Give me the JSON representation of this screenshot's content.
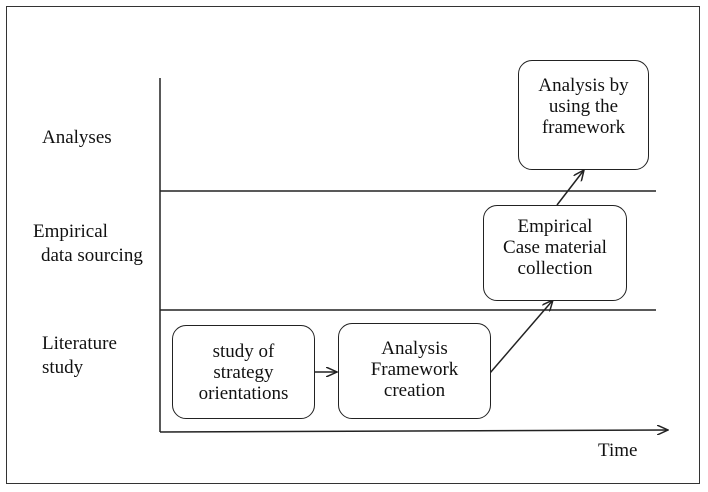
{
  "lanes": {
    "analyses": "Analyses",
    "empirical_line1": "Empirical",
    "empirical_line2": "data sourcing",
    "literature_line1": "Literature",
    "literature_line2": "study"
  },
  "boxes": {
    "strategy": "study of\nstrategy\norientations",
    "framework": "Analysis\nFramework\ncreation",
    "empirical": "Empirical\nCase material\ncollection",
    "analysis": "Analysis by\nusing the\nframework"
  },
  "axis": {
    "x_label": "Time"
  }
}
